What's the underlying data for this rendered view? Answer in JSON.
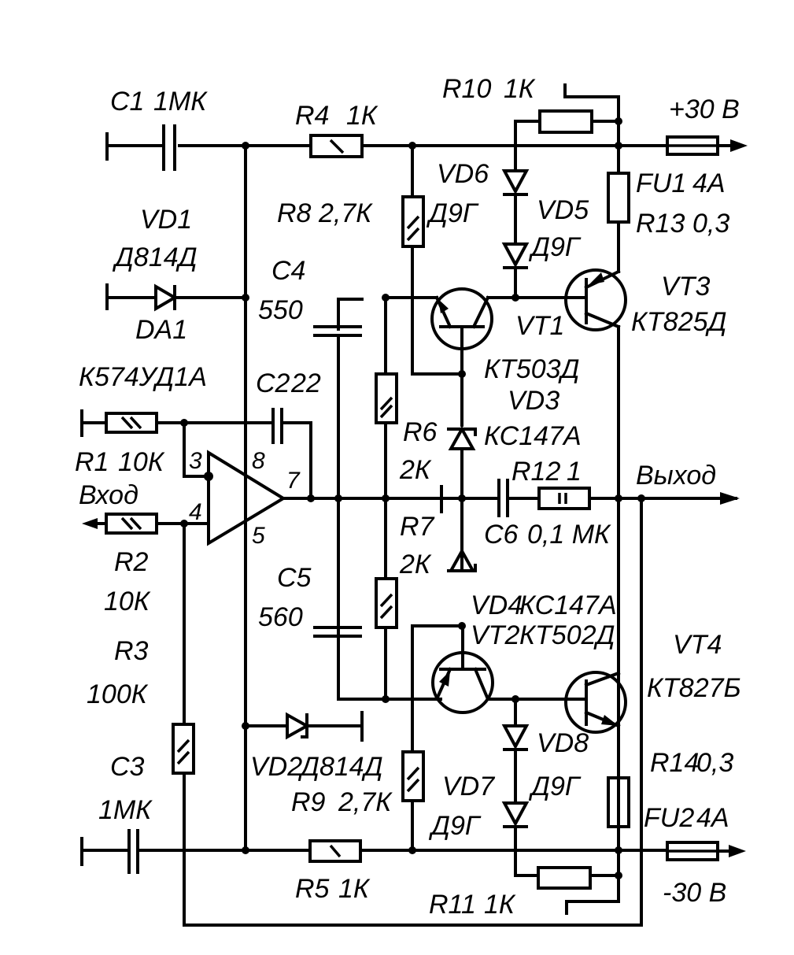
{
  "diagram": {
    "title": "",
    "colors": {
      "ink": "#000000",
      "background": "#ffffff"
    },
    "rails": {
      "positive": {
        "label": "+30 В"
      },
      "negative": {
        "label": "-30 В"
      },
      "input": {
        "label": "Вход"
      },
      "output": {
        "label": "Выход"
      }
    },
    "components": {
      "C1": {
        "ref": "C1",
        "value": "1МК"
      },
      "R4": {
        "ref": "R4",
        "value": "1К"
      },
      "R10": {
        "ref": "R10",
        "value": "1К"
      },
      "VD1": {
        "ref": "VD1",
        "value": "Д814Д"
      },
      "DA1": {
        "ref": "DA1",
        "value": "К574УД1А"
      },
      "R8": {
        "ref": "R8",
        "value": "2,7К"
      },
      "VD6": {
        "ref": "VD6",
        "value": "Д9Г"
      },
      "VD5": {
        "ref": "VD5",
        "value": "Д9Г"
      },
      "FU1": {
        "ref": "FU1",
        "value": "4А"
      },
      "R13": {
        "ref": "R13",
        "value": "0,3"
      },
      "C4": {
        "ref": "C4",
        "value": "550"
      },
      "VT1": {
        "ref": "VT1",
        "value": "КТ503Д"
      },
      "VT3": {
        "ref": "VT3",
        "value": "КТ825Д"
      },
      "C2": {
        "ref": "C2",
        "value": "22"
      },
      "VD3": {
        "ref": "VD3",
        "value": "КС147А"
      },
      "R1": {
        "ref": "R1",
        "value": "10К"
      },
      "R6": {
        "ref": "R6",
        "value": "2К"
      },
      "R12": {
        "ref": "R12",
        "value": "1"
      },
      "C6": {
        "ref": "C6",
        "value": "0,1 МК"
      },
      "R2": {
        "ref": "R2",
        "value": "10К"
      },
      "R7": {
        "ref": "R7",
        "value": "2К"
      },
      "C5": {
        "ref": "C5",
        "value": "560"
      },
      "VD4": {
        "ref": "VD4",
        "value": "КС147А"
      },
      "VT2": {
        "ref": "VT2",
        "value": "КТ502Д"
      },
      "VT4": {
        "ref": "VT4",
        "value": "КТ827Б"
      },
      "R3": {
        "ref": "R3",
        "value": "100К"
      },
      "VD2": {
        "ref": "VD2",
        "value": "Д814Д"
      },
      "VD8": {
        "ref": "VD8",
        "value": "Д9Г"
      },
      "R14": {
        "ref": "R14",
        "value": "0,3"
      },
      "C3": {
        "ref": "C3",
        "value": "1МК"
      },
      "R9": {
        "ref": "R9",
        "value": "2,7К"
      },
      "VD7": {
        "ref": "VD7",
        "value": "Д9Г"
      },
      "FU2": {
        "ref": "FU2",
        "value": "4А"
      },
      "R5": {
        "ref": "R5",
        "value": "1К"
      },
      "R11": {
        "ref": "R11",
        "value": "1К"
      }
    },
    "opamp_pins": {
      "inv": "3",
      "noninv": "4",
      "out": "7",
      "vplus": "8",
      "vminus": "5"
    }
  }
}
